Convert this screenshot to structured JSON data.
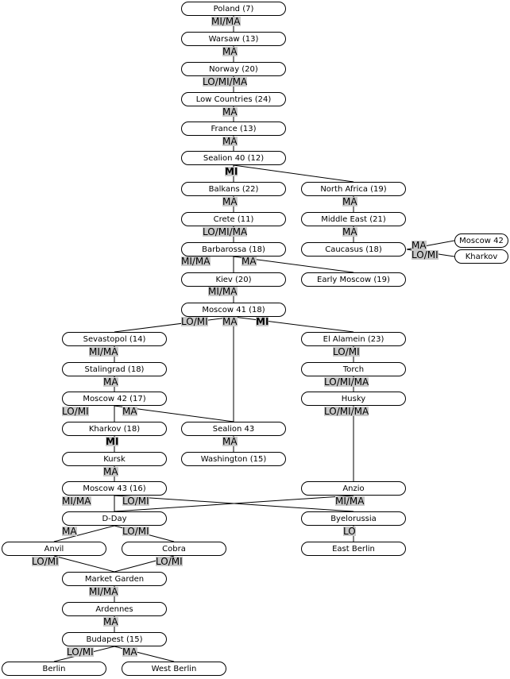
{
  "nodes": {
    "poland": "Poland (7)",
    "warsaw": "Warsaw (13)",
    "norway": "Norway (20)",
    "low_countries": "Low Countries (24)",
    "france": "France (13)",
    "sealion40": "Sealion 40 (12)",
    "balkans": "Balkans (22)",
    "north_africa": "North Africa (19)",
    "crete": "Crete (11)",
    "middle_east": "Middle East (21)",
    "barbarossa": "Barbarossa (18)",
    "caucasus": "Caucasus (18)",
    "moscow42_small": "Moscow 42",
    "kharkov_small": "Kharkov",
    "kiev": "Kiev (20)",
    "early_moscow": "Early Moscow (19)",
    "moscow41": "Moscow 41 (18)",
    "sevastopol": "Sevastopol (14)",
    "el_alamein": "El Alamein (23)",
    "stalingrad": "Stalingrad (18)",
    "torch": "Torch",
    "moscow42": "Moscow 42 (17)",
    "husky": "Husky",
    "kharkov": "Kharkov (18)",
    "sealion43": "Sealion 43",
    "kursk": "Kursk",
    "washington": "Washington (15)",
    "moscow43": "Moscow 43 (16)",
    "anzio": "Anzio",
    "dday": "D-Day",
    "byelorussia": "Byelorussia",
    "anvil": "Anvil",
    "cobra": "Cobra",
    "east_berlin": "East Berlin",
    "market_garden": "Market Garden",
    "ardennes": "Ardennes",
    "budapest": "Budapest (15)",
    "berlin": "Berlin",
    "west_berlin": "West Berlin"
  },
  "tags": {
    "poland": "MI/MA",
    "warsaw": "MA",
    "norway": "LO/MI/MA",
    "low_countries": "MA",
    "france": "MA",
    "sealion40": "MI",
    "balkans": "MA",
    "north_africa": "MA",
    "crete": "LO/MI/MA",
    "middle_east": "MA",
    "barbarossa_left": "MI/MA",
    "barbarossa_right": "MA",
    "caucasus_top": "MA",
    "caucasus_bottom": "LO/MI",
    "kiev": "MI/MA",
    "moscow41_left": "LO/MI",
    "moscow41_mid": "MA",
    "moscow41_right": "MI",
    "sevastopol": "MI/MA",
    "el_alamein": "LO/MI",
    "stalingrad": "MA",
    "torch": "LO/MI/MA",
    "moscow42_left": "LO/MI",
    "moscow42_right": "MA",
    "husky": "LO/MI/MA",
    "kharkov": "MI",
    "sealion43": "MA",
    "kursk": "MA",
    "moscow43_left": "MI/MA",
    "moscow43_right": "LO/MI",
    "anzio": "MI/MA",
    "dday_left": "MA",
    "dday_right": "LO/MI",
    "byelorussia": "LO",
    "anvil": "LO/MI",
    "cobra": "LO/MI",
    "market_garden": "MI/MA",
    "ardennes": "MA",
    "budapest_left": "LO/MI",
    "budapest_right": "MA"
  }
}
